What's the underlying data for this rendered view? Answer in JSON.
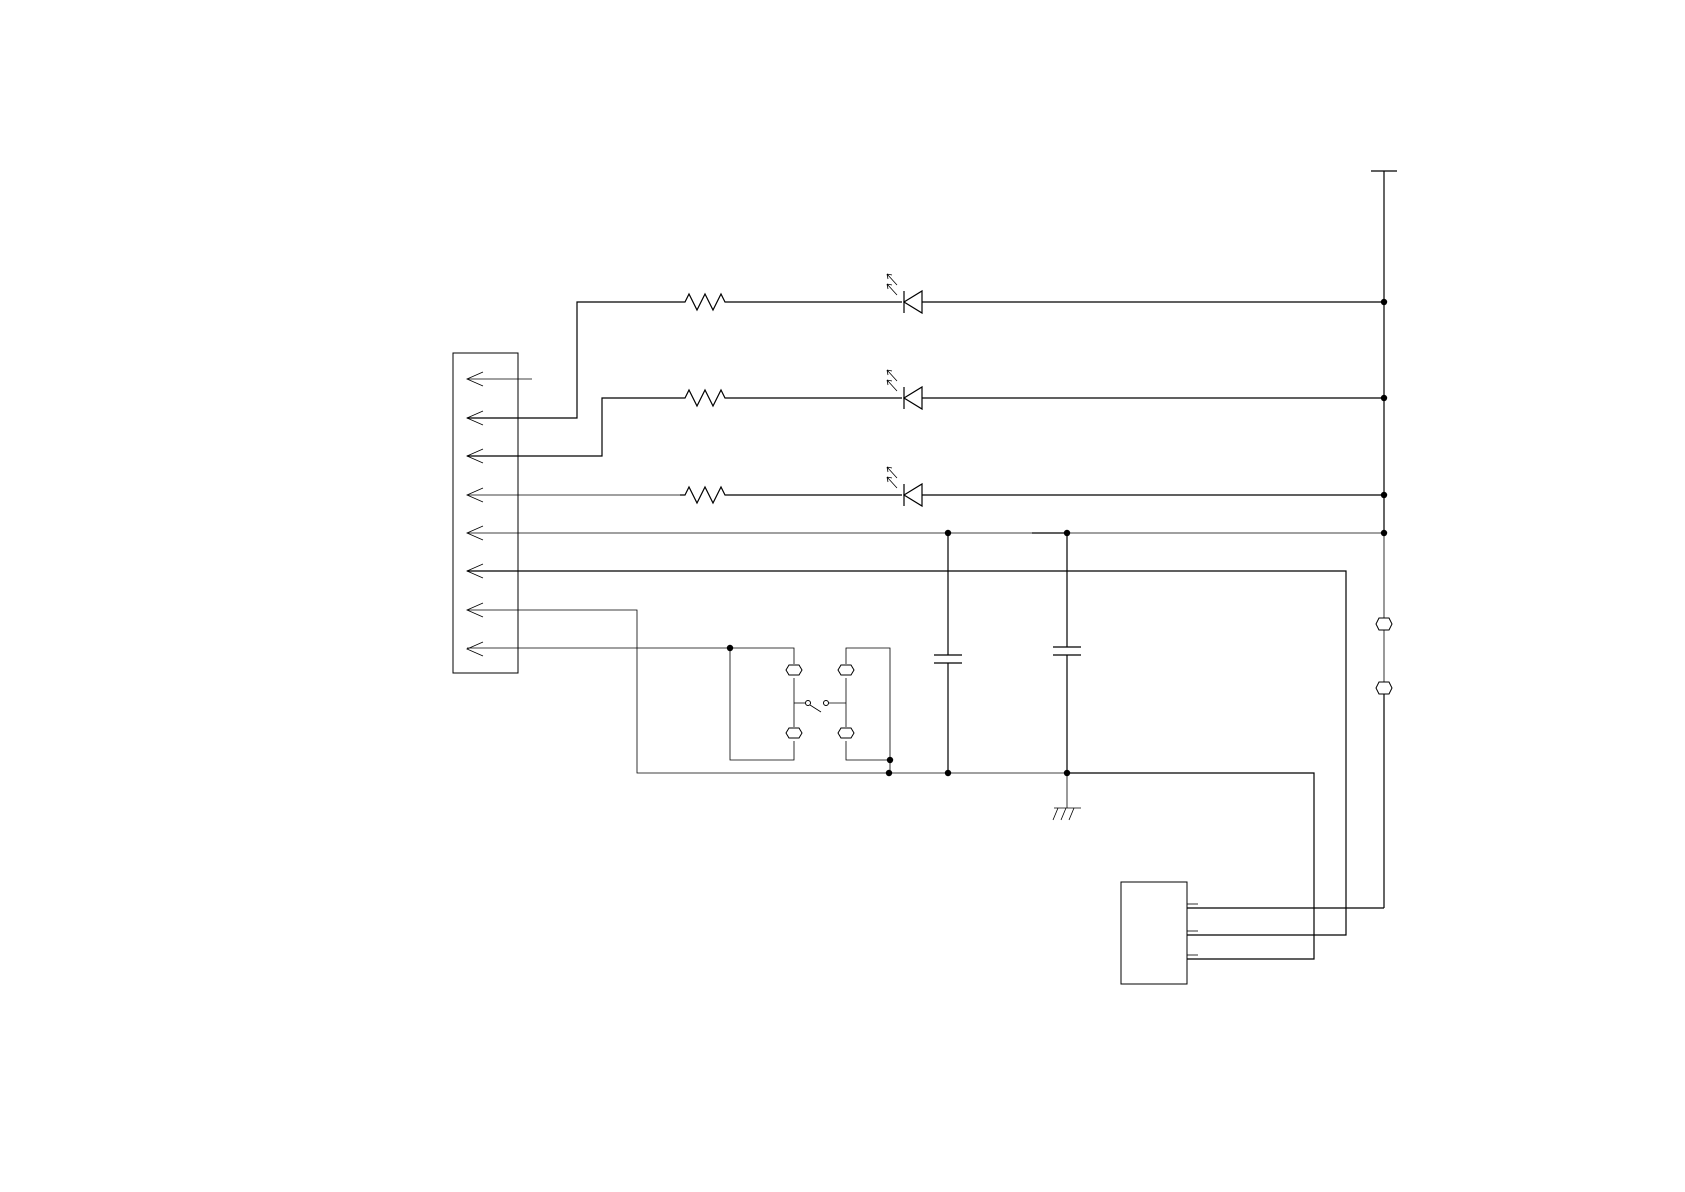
{
  "diagram": {
    "type": "circuit-schematic",
    "colors": {
      "line": "#000000",
      "background": "#ffffff"
    },
    "components": {
      "connector_pins": 8,
      "resistors": 3,
      "leds": 3,
      "capacitors": 2,
      "switch": "dpdt-pushbutton",
      "ground": 1,
      "power_rail": 1,
      "terminals": 2,
      "module_pins": 3
    }
  }
}
